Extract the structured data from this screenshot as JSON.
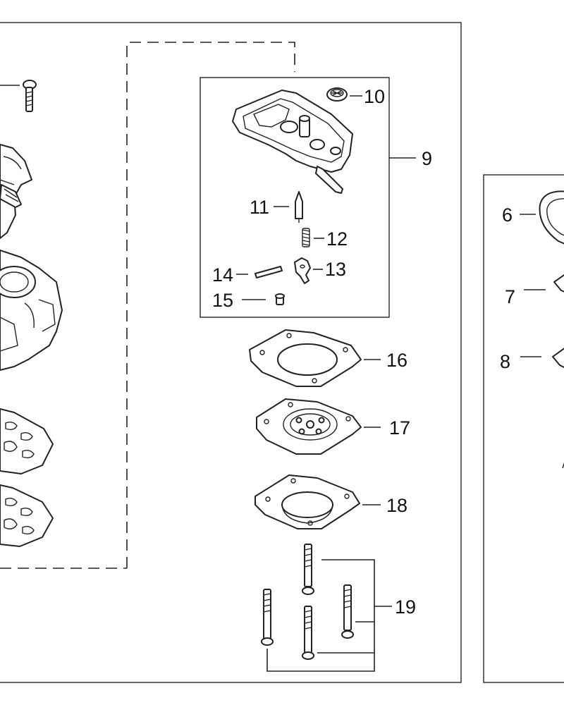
{
  "diagram": {
    "callouts": {
      "c6": "6",
      "c7": "7",
      "c8": "8",
      "c9": "9",
      "c10": "10",
      "c11": "11",
      "c12": "12",
      "c13": "13",
      "c14": "14",
      "c15": "15",
      "c16": "16",
      "c17": "17",
      "c18": "18",
      "c19": "19"
    }
  }
}
